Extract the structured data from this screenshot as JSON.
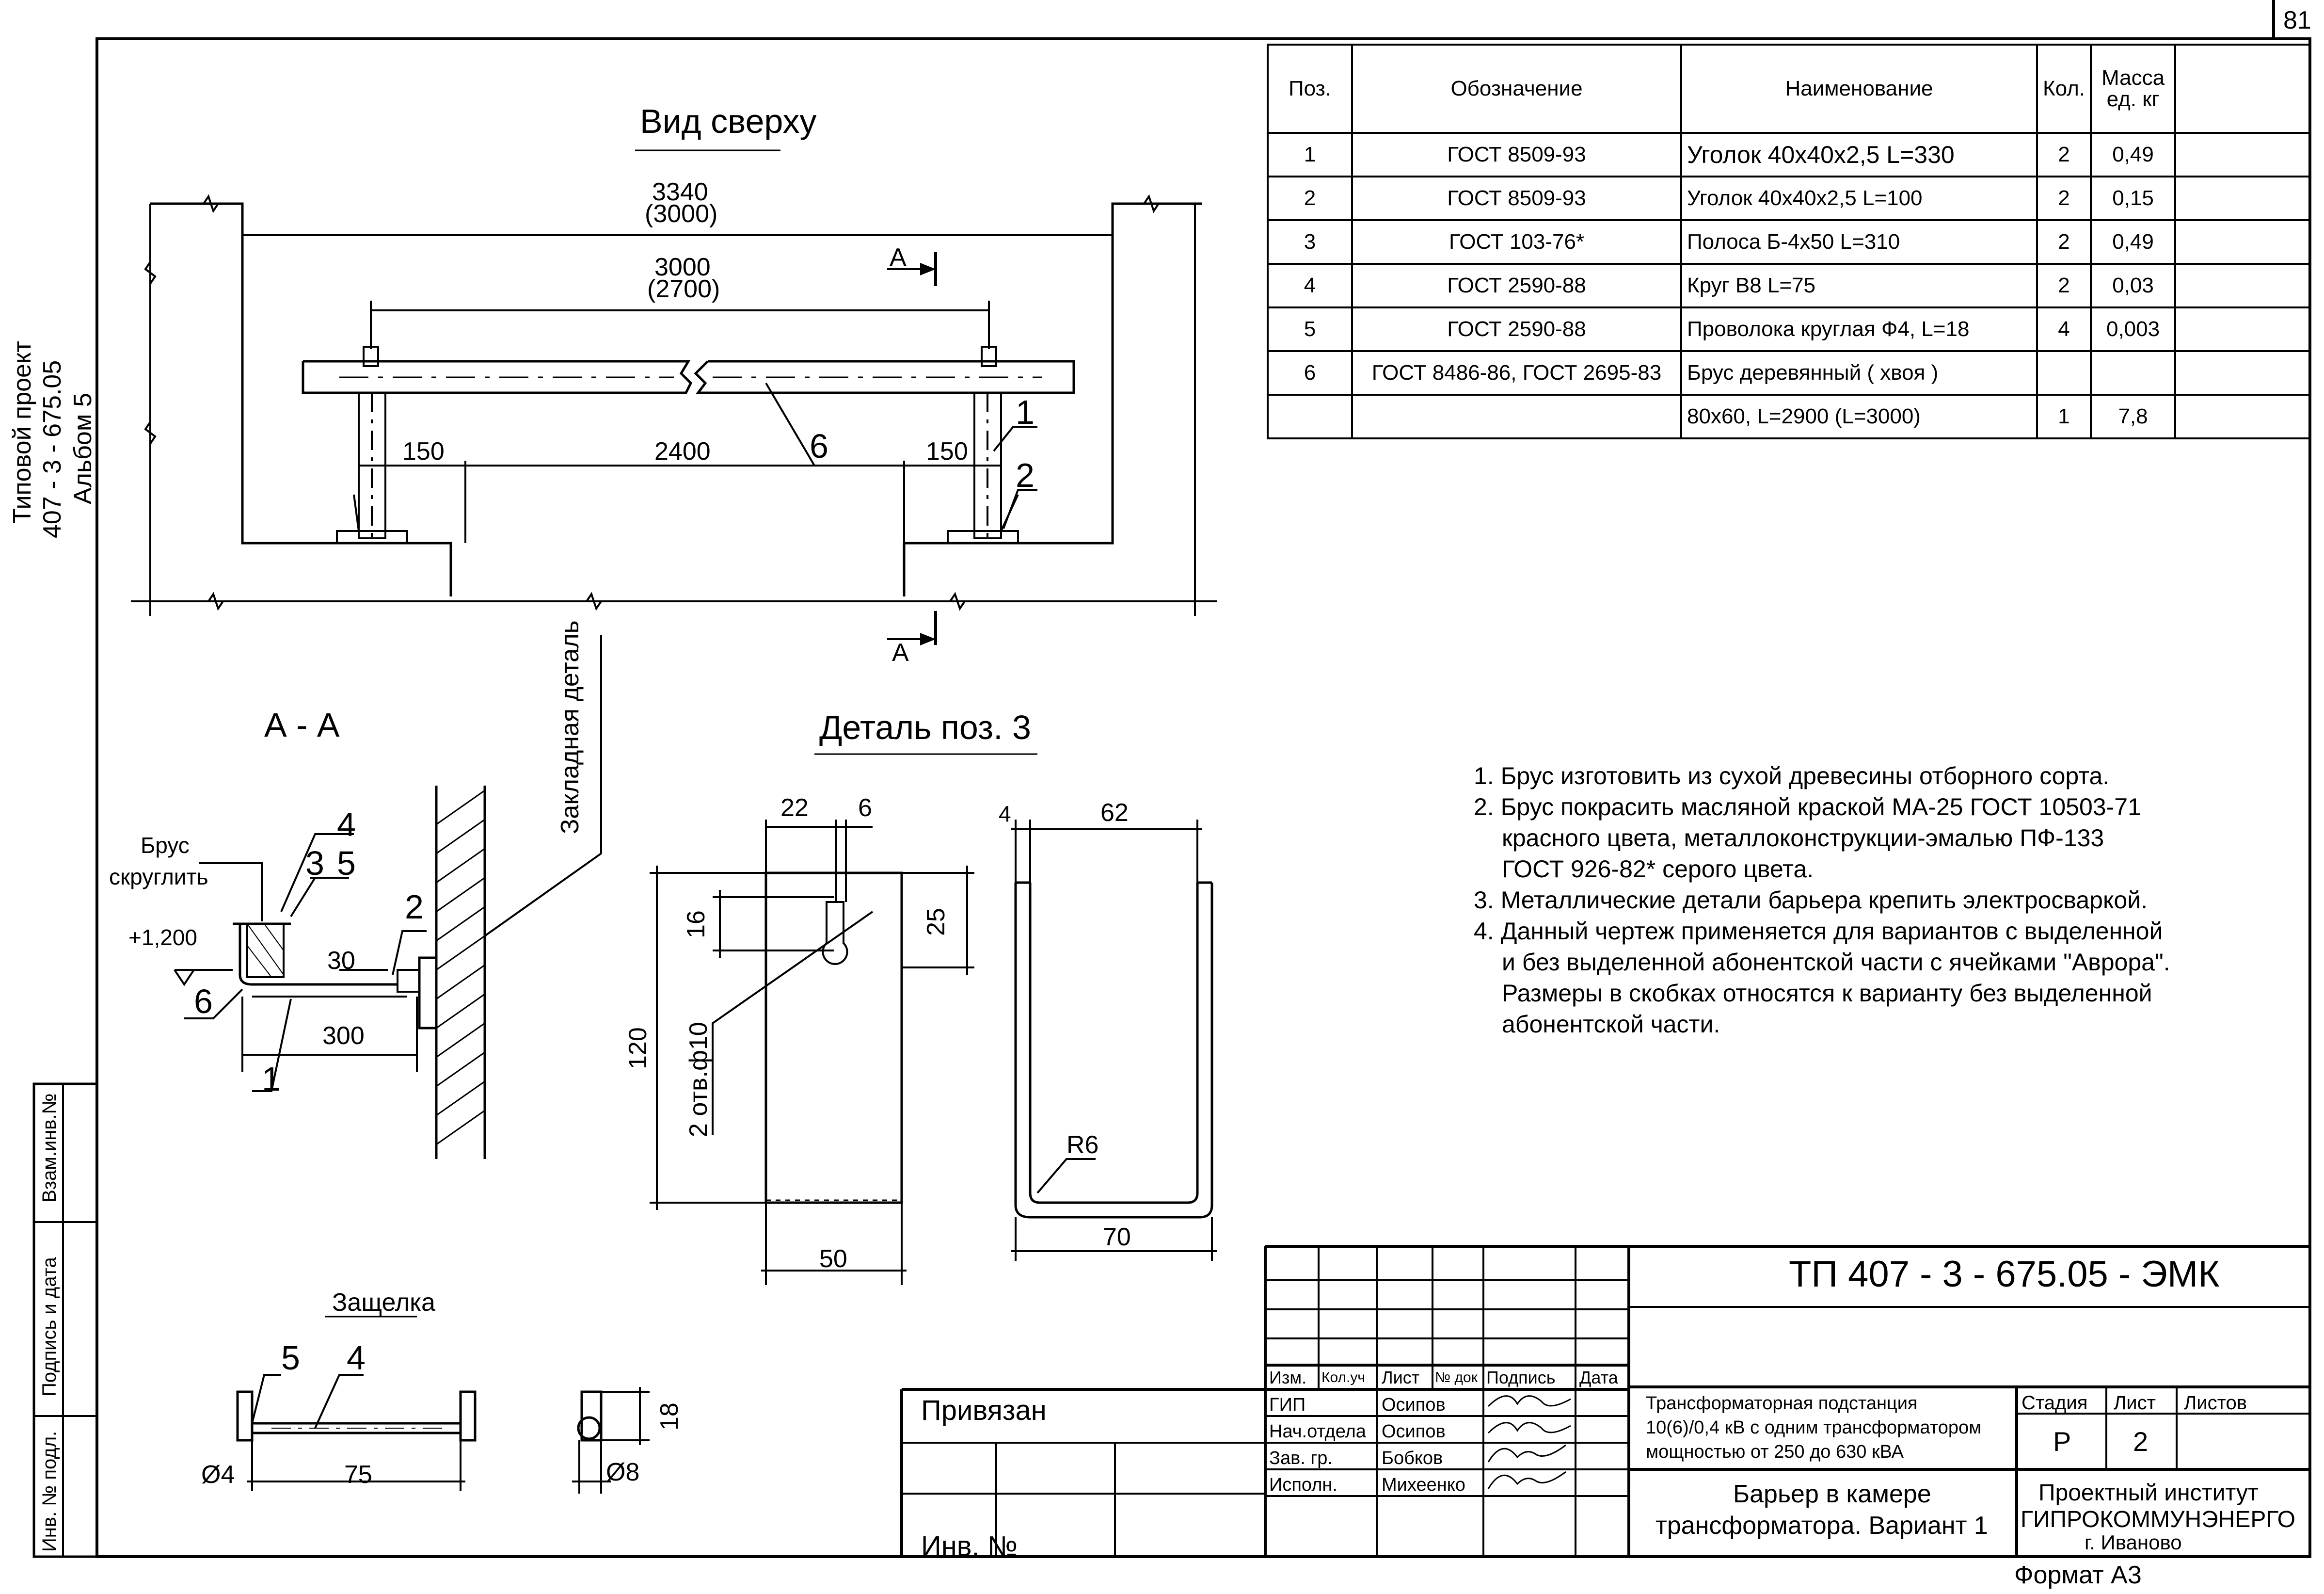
{
  "sheet_number": "81",
  "side_stamp": {
    "line1": "Типовой проект",
    "line2": "407 - 3 - 675.05",
    "line3": "Альбом 5"
  },
  "left_strip": {
    "vzam": "Взам.инв.№",
    "podpis": "Подпись и дата",
    "inv": "Инв. № подл."
  },
  "views": {
    "top_view": "Вид сверху",
    "section": "А - А",
    "detail": "Деталь поз. 3",
    "latch": "Защелка",
    "embedded_part": "Закладная деталь",
    "section_mark": "А",
    "brus_round": "Брус",
    "brus_round2": "скруглить",
    "elevation": "+1,200",
    "hole_label": "2 отв.ф10"
  },
  "dims": {
    "d3340": "3340",
    "d3000b": "(3000)",
    "d3000": "3000",
    "d2700b": "(2700)",
    "d150a": "150",
    "d2400": "2400",
    "d150b": "150",
    "p6": "6",
    "p1": "1",
    "p2": "2",
    "p3": "3",
    "p4": "4",
    "p5": "5",
    "d30": "30",
    "d300": "300",
    "d22": "22",
    "d6": "6",
    "d16": "16",
    "d25": "25",
    "d120": "120",
    "d50": "50",
    "d4": "4",
    "d62": "62",
    "r6": "R6",
    "d70": "70",
    "d75": "75",
    "phi4": "Ø4",
    "phi8": "Ø8",
    "d18": "18"
  },
  "spec": {
    "headers": [
      "Поз.",
      "Обозначение",
      "Наименование",
      "Кол.",
      "Масса ед. кг",
      ""
    ],
    "rows": [
      [
        "1",
        "ГОСТ 8509-93",
        "Уголок 40х40х2,5   L=330",
        "2",
        "0,49"
      ],
      [
        "2",
        "ГОСТ 8509-93",
        "Уголок 40х40х2,5  L=100",
        "2",
        "0,15"
      ],
      [
        "3",
        "ГОСТ 103-76*",
        "Полоса Б-4х50    L=310",
        "2",
        "0,49"
      ],
      [
        "4",
        "ГОСТ 2590-88",
        "Круг В8     L=75",
        "2",
        "0,03"
      ],
      [
        "5",
        "ГОСТ 2590-88",
        "Проволока круглая   Ф4, L=18",
        "4",
        "0,003"
      ],
      [
        "6",
        "ГОСТ 8486-86, ГОСТ 2695-83",
        "Брус деревянный ( хвоя )",
        "",
        ""
      ],
      [
        "",
        "",
        "80х60, L=2900 (L=3000)",
        "1",
        "7,8"
      ]
    ]
  },
  "notes": [
    "1. Брус изготовить из сухой древесины отборного сорта.",
    "2. Брус покрасить масляной краской МА-25 ГОСТ 10503-71",
    "красного цвета, металлоконструкции-эмалью ПФ-133",
    "ГОСТ 926-82* серого цвета.",
    "3. Металлические детали барьера крепить электросваркой.",
    "4. Данный чертеж применяется для вариантов с выделенной",
    "и без выделенной абонентской части с ячейками \"Аврора\".",
    "Размеры в скобках относятся к варианту без выделенной",
    "абонентской части."
  ],
  "title_block": {
    "code": "ТП 407 - 3 - 675.05 - ЭМК",
    "rev_headers": [
      "Изм.",
      "Кол.уч",
      "Лист",
      "№ док",
      "Подпись",
      "Дата"
    ],
    "roles": [
      "ГИП",
      "Нач.отдела",
      "Зав. гр.",
      "Исполн."
    ],
    "names": [
      "Осипов",
      "Осипов",
      "Бобков",
      "Михеенко"
    ],
    "project": "Трансформаторная подстанция",
    "project2": "10(6)/0,4 кВ с одним трансформатором",
    "project3": "мощностью от 250 до 630 кВА",
    "stage_h": "Стадия",
    "sheet_h": "Лист",
    "sheets_h": "Листов",
    "stage": "Р",
    "sheet": "2",
    "drawing": "Барьер в камере",
    "drawing2": "трансформатора. Вариант 1",
    "org": "Проектный институт",
    "org2": "ГИПРОКОММУНЭНЕРГО",
    "org3": "г. Иваново",
    "privyazan": "Привязан",
    "inv_no": "Инв. №",
    "format": "Формат А3"
  }
}
